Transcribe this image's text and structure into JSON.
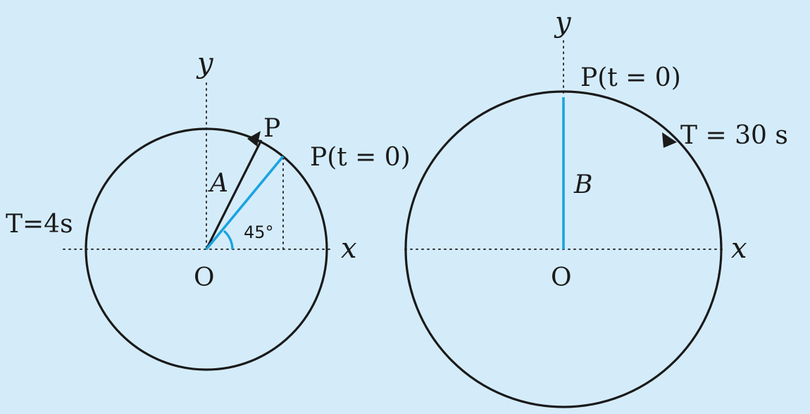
{
  "left": {
    "y_axis_label": "y",
    "x_axis_label": "x",
    "origin_label": "O",
    "point_label": "P",
    "start_label": "P(t = 0)",
    "radius_label": "A",
    "angle_label": "45°",
    "period_label": "T=4s"
  },
  "right": {
    "y_axis_label": "y",
    "x_axis_label": "x",
    "origin_label": "O",
    "start_label": "P(t = 0)",
    "radius_label": "B",
    "period_label": "T = 30 s"
  },
  "colors": {
    "background": "#d4ecfa",
    "line": "#1a1a1a",
    "accent_blue": "#1aa3e0"
  }
}
